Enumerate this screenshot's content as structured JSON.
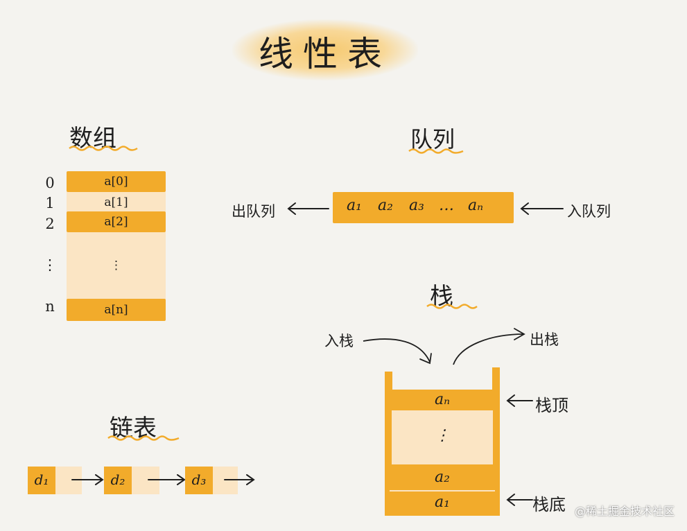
{
  "title": "线性表",
  "array": {
    "heading": "数组",
    "indices": [
      "0",
      "1",
      "2",
      "⋮",
      "n"
    ],
    "cells": [
      "a[0]",
      "a[1]",
      "a[2]",
      "⋮",
      "a[n]"
    ]
  },
  "queue": {
    "heading": "队列",
    "items": [
      "a₁",
      "a₂",
      "a₃",
      "…",
      "aₙ"
    ],
    "dequeue_label": "出队列",
    "enqueue_label": "入队列"
  },
  "stack": {
    "heading": "栈",
    "push_label": "入栈",
    "pop_label": "出栈",
    "items": [
      "aₙ",
      "⋮",
      "a₂",
      "a₁"
    ],
    "top_label": "栈顶",
    "bottom_label": "栈底"
  },
  "linked_list": {
    "heading": "链表",
    "nodes": [
      "d₁",
      "d₂",
      "d₃"
    ]
  },
  "watermark": "@稀土掘金技术社区",
  "colors": {
    "accent": "#f2ab2b",
    "light": "#fbe5c4",
    "background": "#f4f3ef"
  }
}
